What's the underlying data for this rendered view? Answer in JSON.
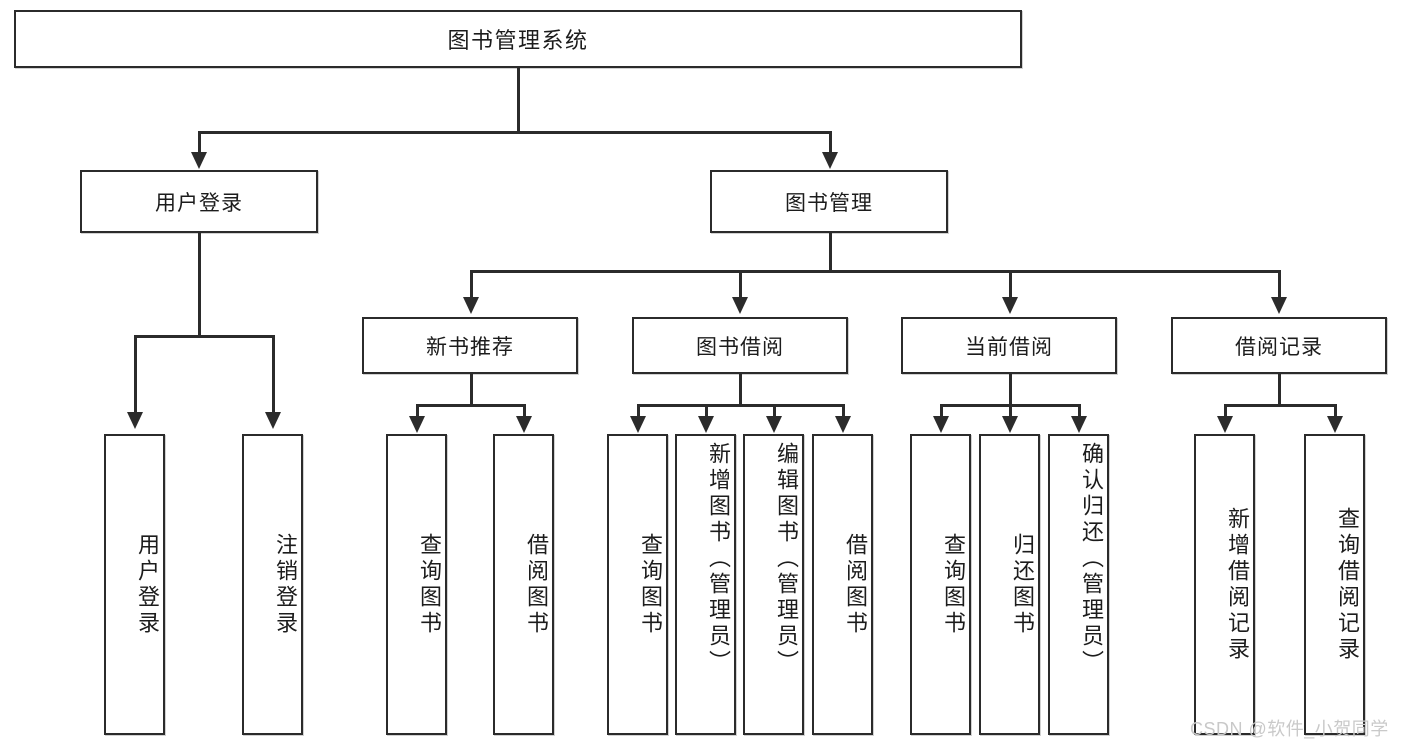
{
  "diagram": {
    "type": "tree",
    "title": "图书管理系统",
    "watermark": "CSDN @软件_小贺同学",
    "colors": {
      "stroke": "#2b2b2b",
      "fill": "#ffffff",
      "text": "#1c1c1c",
      "watermark": "#c9c9c9"
    },
    "levels": {
      "root": "图书管理系统",
      "level2": [
        "用户登录",
        "图书管理"
      ],
      "level3": [
        "新书推荐",
        "图书借阅",
        "当前借阅",
        "借阅记录"
      ]
    },
    "nodes": {
      "root": {
        "label": "图书管理系统"
      },
      "user_login": {
        "label": "用户登录"
      },
      "book_manage": {
        "label": "图书管理"
      },
      "new_book_rec": {
        "label": "新书推荐"
      },
      "book_borrow": {
        "label": "图书借阅"
      },
      "current_borrow": {
        "label": "当前借阅"
      },
      "borrow_record": {
        "label": "借阅记录"
      }
    },
    "leaves": {
      "user_login": [
        "用户登录",
        "注销登录"
      ],
      "new_book_rec": [
        "查询图书",
        "借阅图书"
      ],
      "book_borrow": [
        "查询图书",
        "新增图书（管理员）",
        "编辑图书（管理员）",
        "借阅图书"
      ],
      "current_borrow": [
        "查询图书",
        "归还图书",
        "确认归还（管理员）"
      ],
      "borrow_record": [
        "新增借阅记录",
        "查询借阅记录"
      ]
    }
  }
}
